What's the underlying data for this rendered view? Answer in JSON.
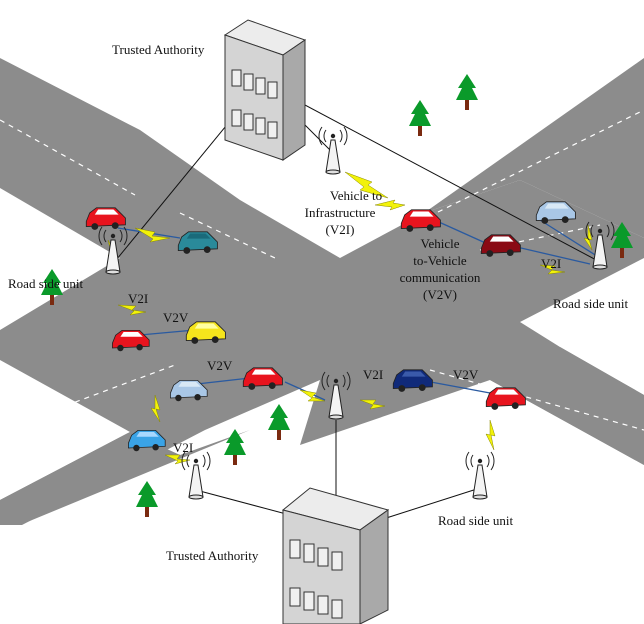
{
  "labels": {
    "trusted_authority_top": "Trusted Authority",
    "trusted_authority_bottom": "Trusted Authority",
    "rsu_left": "Road side unit",
    "rsu_right": "Road side unit",
    "rsu_bottom": "Road side unit",
    "v2i_title_line1": "Vehicle to",
    "v2i_title_line2": "Infrastructure",
    "v2i_title_line3": "(V2I)",
    "v2v_title_line1": "Vehicle",
    "v2v_title_line2": "to-Vehicle",
    "v2v_title_line3": "communication",
    "v2v_title_line4": "(V2V)",
    "v2i_left": "V2I",
    "v2v_left_upper": "V2V",
    "v2v_left_lower": "V2V",
    "v2i_bottom_left": "V2I",
    "v2i_bottom_center": "V2I",
    "v2v_bottom_right": "V2V",
    "v2i_right": "V2I"
  },
  "colors": {
    "road": "#8c8c8c",
    "road_dark": "#7a7a7a",
    "lane_marking": "#ffffff",
    "link_line": "#111111",
    "lightning": "#f2f20a",
    "tree_foliage": "#0a9a2a",
    "tree_trunk": "#7a2a10",
    "building_front": "#d4d4d4",
    "building_side": "#a9a9a9",
    "car_red": "#e8141e",
    "car_teal": "#2a8a9a",
    "car_yellow": "#f5e51c",
    "car_lightblue": "#a9c7e6",
    "car_skyblue": "#3aa3e6",
    "car_darkred": "#8a0a14",
    "car_navy": "#102a7a"
  }
}
